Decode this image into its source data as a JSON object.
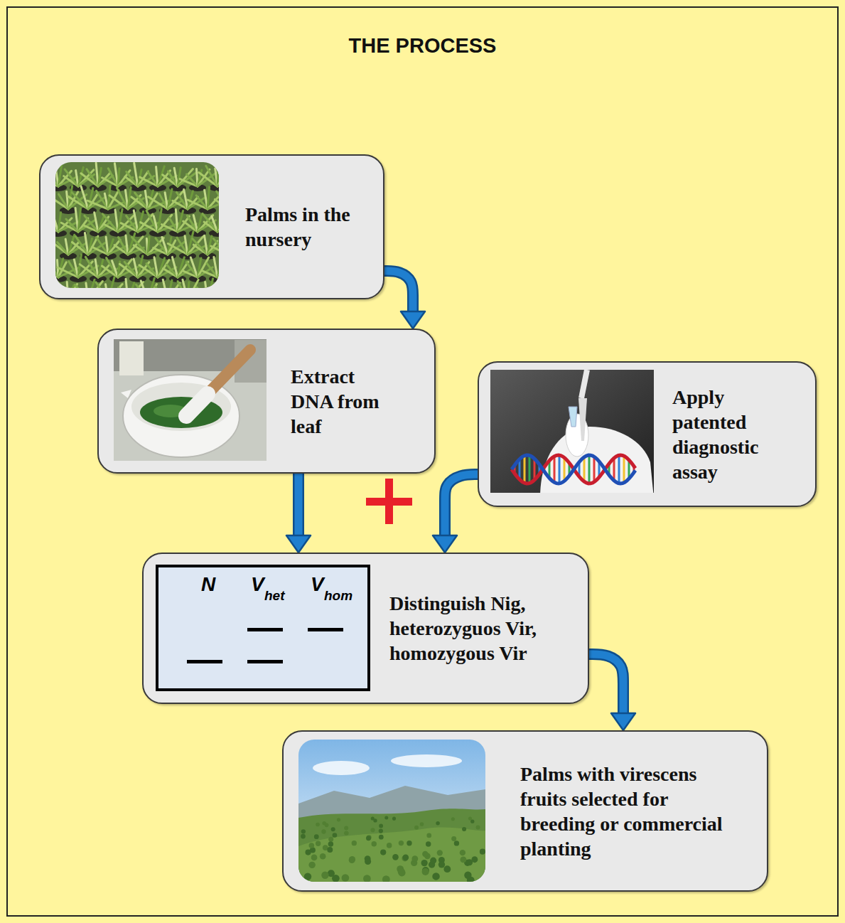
{
  "diagram": {
    "title": "THE PROCESS",
    "nodes": [
      {
        "text": [
          "Palms in the nursery"
        ]
      },
      {
        "text": [
          "Extract DNA from leaf"
        ]
      },
      {
        "text": [
          "Apply patented diagnostic assay"
        ]
      },
      {
        "text": [
          "Distinguish Nig, heterozyguos Vir, homozygous Vir"
        ]
      },
      {
        "text": [
          "Palms with virescens fruits selected for breeding or commercial planting"
        ]
      }
    ],
    "edges": [
      {
        "from": 0,
        "to": 1,
        "arrow": "to"
      },
      {
        "from": 1,
        "to": 3,
        "arrow": "to"
      },
      {
        "from": 2,
        "to": 3,
        "arrow": "to"
      },
      {
        "from": 3,
        "to": 4,
        "arrow": "to"
      }
    ],
    "labels": [
      "N",
      "V",
      "het",
      "V",
      "hom"
    ]
  }
}
